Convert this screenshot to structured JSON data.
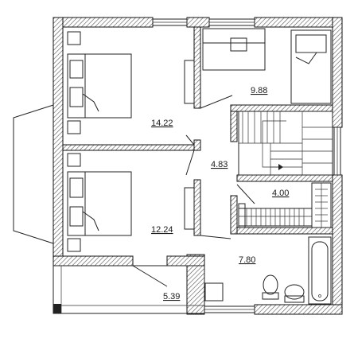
{
  "plan": {
    "rooms": [
      {
        "id": "bedroom-upper-left",
        "area": "14.22"
      },
      {
        "id": "bedroom-upper-right",
        "area": "9.88"
      },
      {
        "id": "hallway",
        "area": "4.83"
      },
      {
        "id": "closet",
        "area": "4.00"
      },
      {
        "id": "bedroom-lower-left",
        "area": "12.24"
      },
      {
        "id": "bathroom",
        "area": "7.80"
      },
      {
        "id": "balcony",
        "area": "5.39"
      }
    ],
    "colors": {
      "wall_outline": "#111111",
      "hatch": "#555555",
      "background": "#ffffff"
    }
  }
}
